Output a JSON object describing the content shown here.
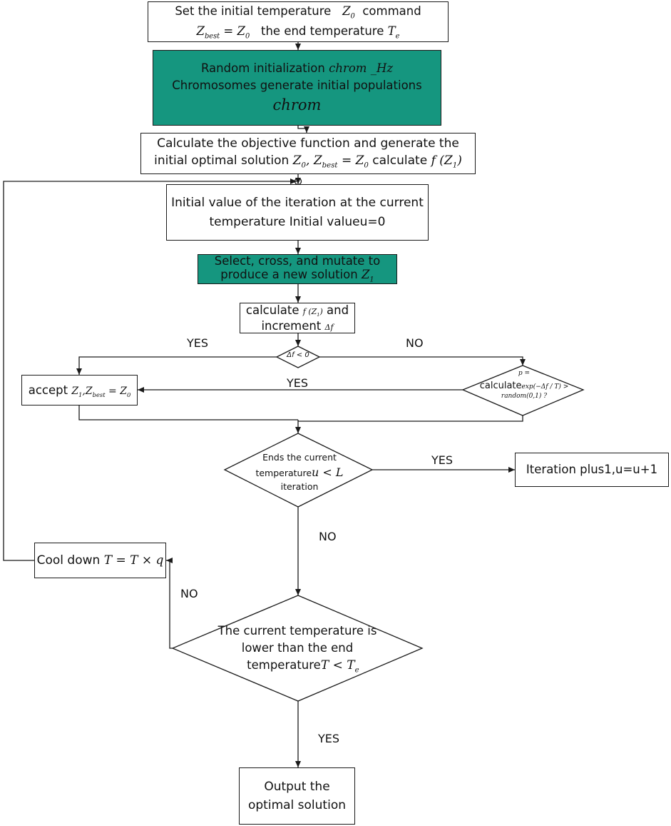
{
  "nodes": {
    "init": {
      "line1_text": "Set the initial temperature",
      "line1_math": "Z",
      "line1_math_sub": "0",
      "line1_tail": "command",
      "line2_math": "Z",
      "line2_math_sub": "best",
      "line2_eq": "= Z",
      "line2_eq_sub": "0",
      "line2_text": "the end temperature",
      "line2_tail_math": "T",
      "line2_tail_sub": "e"
    },
    "random_init": {
      "line1_text": "Random initialization",
      "line1_math": "chrom _Hz",
      "line2_text": "Chromosomes generate initial populations",
      "line3_math": "chrom"
    },
    "objective": {
      "line1_text": "Calculate the objective function and generate the",
      "line2_text": "initial optimal solution",
      "line2_math_a": "Z",
      "line2_math_a_sub": "0",
      "line2_math_b": "Z",
      "line2_math_b_sub": "best",
      "line2_math_b_eq": "= Z",
      "line2_math_b_eq_sub": "0",
      "line2_text_b": "calculate",
      "line2_math_c": "f (Z",
      "line2_math_c_sub": "1",
      "line2_math_c_close": ")"
    },
    "iter_init": {
      "line1_text": "Initial value of the iteration at the current",
      "line2_text": "temperature Initial valueu=0"
    },
    "select": {
      "line1_text": "Select, cross, and mutate to",
      "line2_text": "produce a new solution",
      "line2_math": "Z",
      "line2_math_sub": "1"
    },
    "calc": {
      "line1_text": "calculate",
      "line1_math": "f (Z",
      "line1_math_sub": "1",
      "line1_math_close": ")",
      "line1_tail": "and",
      "line2_text": "increment",
      "line2_math": "Δf"
    },
    "delta_check": {
      "math": "Δf < 0"
    },
    "prob_check": {
      "line1_math": "p =",
      "line2_text": "calculate",
      "line2_math": "exp(−Δf / T) >",
      "line3_math": "random(0,1) ?"
    },
    "accept": {
      "text": "accept",
      "math_a": "Z",
      "math_a_sub": "1",
      "math_b": "Z",
      "math_b_sub": "best",
      "math_b_eq": "= Z",
      "math_b_eq_sub": "0"
    },
    "ends_check": {
      "line1_text": "Ends the current",
      "line2_text": "temperature",
      "line2_math": "u < L",
      "line3_text": "iteration"
    },
    "iter_plus": {
      "text": "Iteration plus1,u=u+1"
    },
    "cool": {
      "text": "Cool down",
      "math": "T = T × q"
    },
    "lower_check": {
      "line1_text": "The current temperature is",
      "line2_text": "lower than the end",
      "line3_text": "temperature",
      "line3_math": "T < T",
      "line3_math_sub": "e"
    },
    "output": {
      "line1_text": "Output the",
      "line2_text": "optimal solution"
    }
  },
  "edge_labels": {
    "delta_yes": "YES",
    "delta_no": "NO",
    "prob_yes": "YES",
    "ends_yes": "YES",
    "ends_no": "NO",
    "lower_no": "NO",
    "lower_yes": "YES"
  }
}
